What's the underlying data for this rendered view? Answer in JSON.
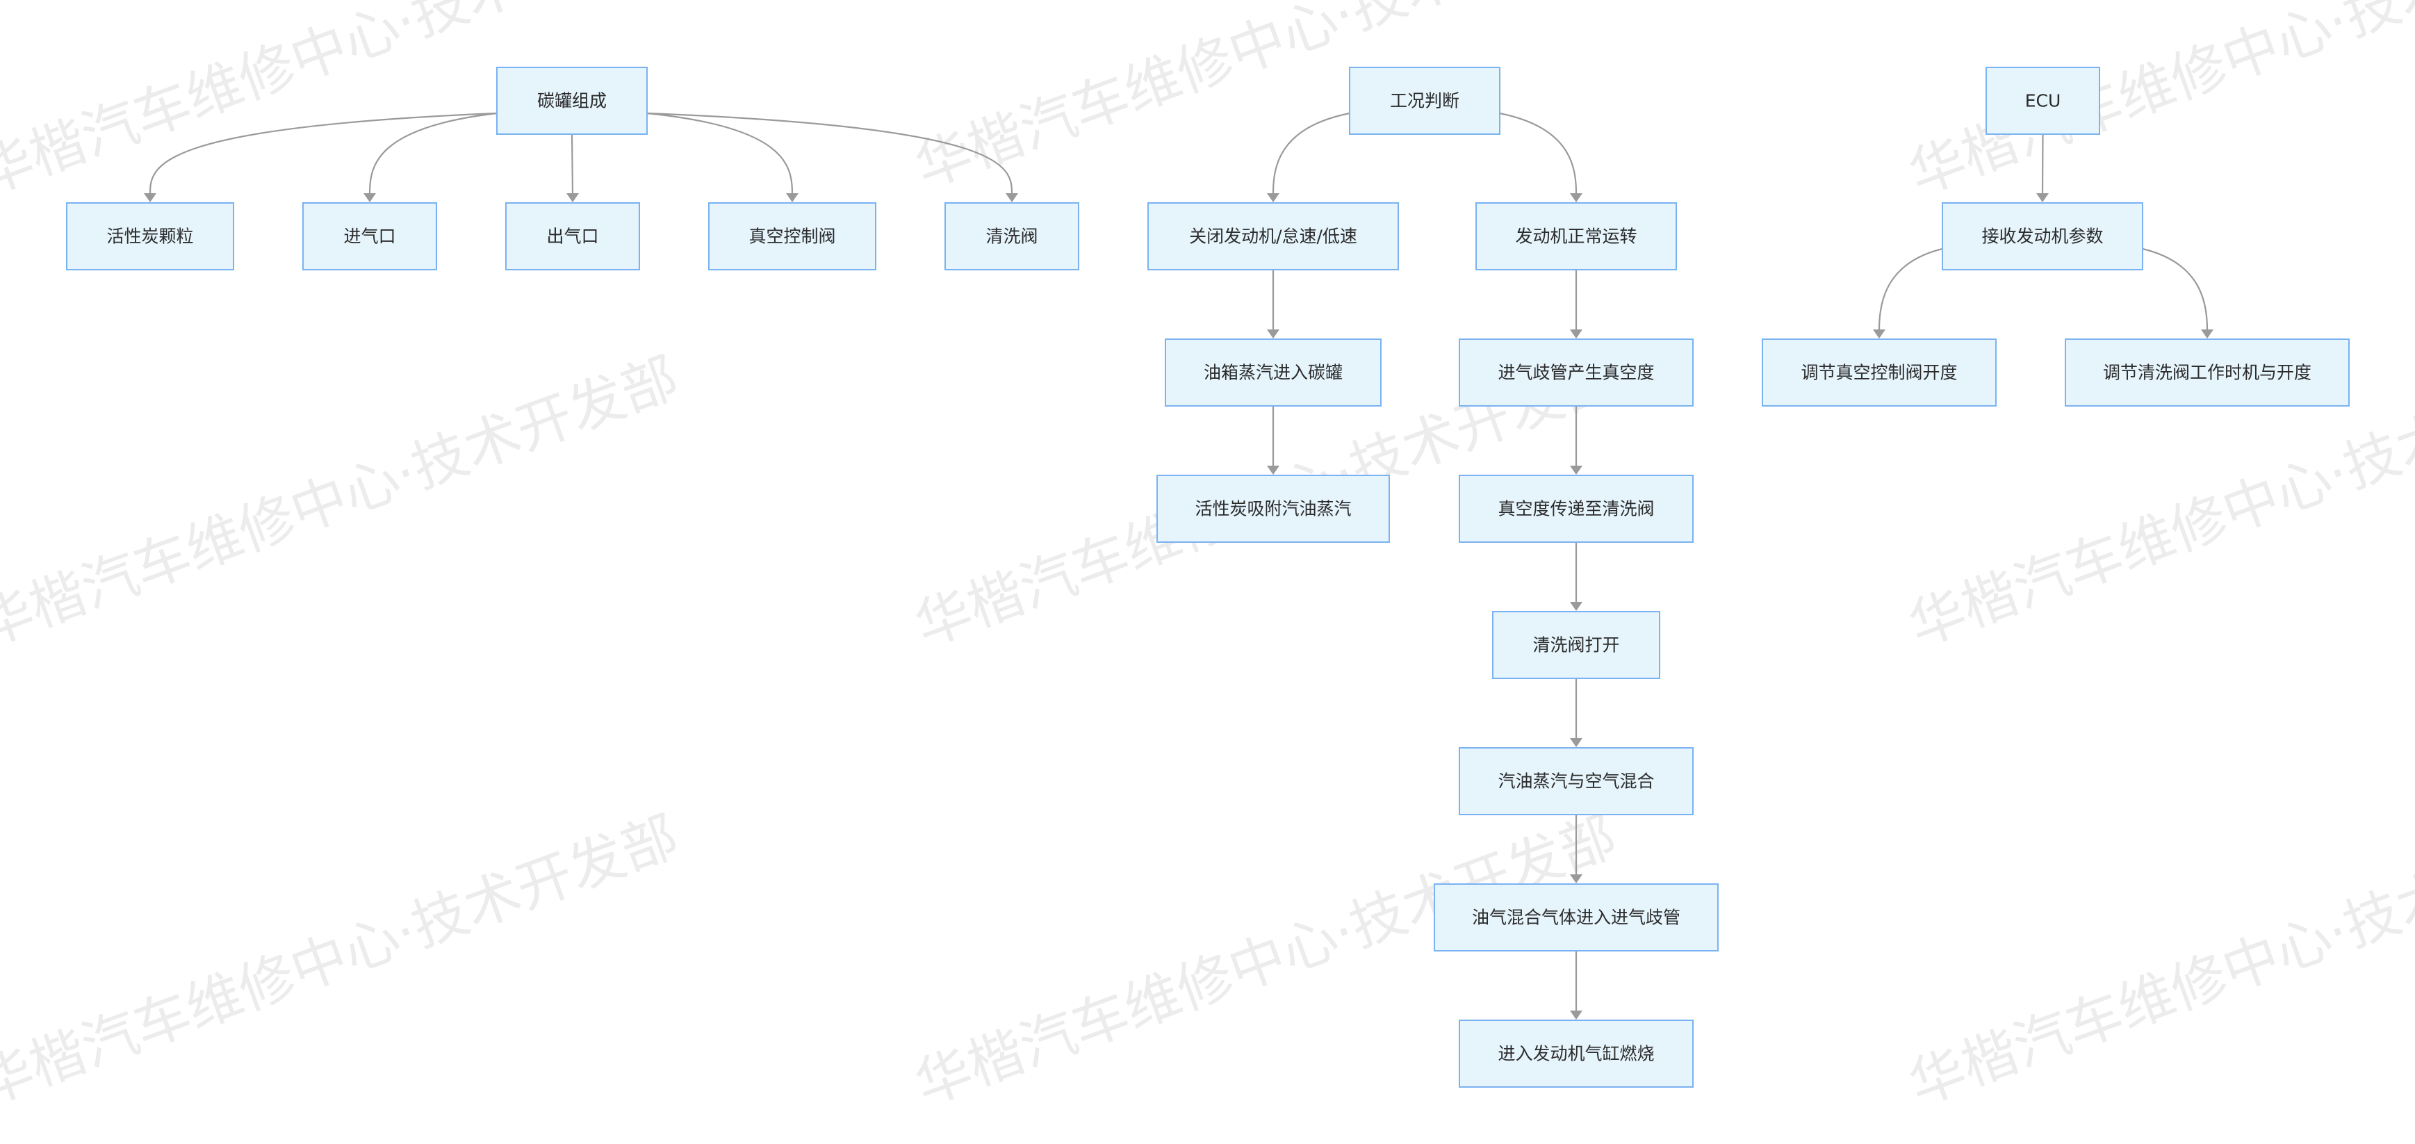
{
  "watermark": {
    "text": "华楷汽车维修中心·技术开发部"
  },
  "diagram": {
    "nodes": [
      {
        "id": "tank",
        "label": "碳罐组成"
      },
      {
        "id": "carbon",
        "label": "活性炭颗粒"
      },
      {
        "id": "inlet",
        "label": "进气口"
      },
      {
        "id": "outlet",
        "label": "出气口"
      },
      {
        "id": "vacvalve",
        "label": "真空控制阀"
      },
      {
        "id": "purge",
        "label": "清洗阀"
      },
      {
        "id": "judge",
        "label": "工况判断"
      },
      {
        "id": "off",
        "label": "关闭发动机/怠速/低速"
      },
      {
        "id": "normal",
        "label": "发动机正常运转"
      },
      {
        "id": "vapor_in",
        "label": "油箱蒸汽进入碳罐"
      },
      {
        "id": "adsorb",
        "label": "活性炭吸附汽油蒸汽"
      },
      {
        "id": "vac_gen",
        "label": "进气歧管产生真空度"
      },
      {
        "id": "vac_pass",
        "label": "真空度传递至清洗阀"
      },
      {
        "id": "purge_open",
        "label": "清洗阀打开"
      },
      {
        "id": "mix",
        "label": "汽油蒸汽与空气混合"
      },
      {
        "id": "mix_in",
        "label": "油气混合气体进入进气歧管"
      },
      {
        "id": "burn",
        "label": "进入发动机气缸燃烧"
      },
      {
        "id": "ecu",
        "label": "ECU"
      },
      {
        "id": "params",
        "label": "接收发动机参数"
      },
      {
        "id": "adj_vac",
        "label": "调节真空控制阀开度"
      },
      {
        "id": "adj_purge",
        "label": "调节清洗阀工作时机与开度"
      }
    ],
    "edges": [
      {
        "from": "tank",
        "to": "carbon"
      },
      {
        "from": "tank",
        "to": "inlet"
      },
      {
        "from": "tank",
        "to": "outlet"
      },
      {
        "from": "tank",
        "to": "vacvalve"
      },
      {
        "from": "tank",
        "to": "purge"
      },
      {
        "from": "judge",
        "to": "off"
      },
      {
        "from": "judge",
        "to": "normal"
      },
      {
        "from": "off",
        "to": "vapor_in"
      },
      {
        "from": "vapor_in",
        "to": "adsorb"
      },
      {
        "from": "normal",
        "to": "vac_gen"
      },
      {
        "from": "vac_gen",
        "to": "vac_pass"
      },
      {
        "from": "vac_pass",
        "to": "purge_open"
      },
      {
        "from": "purge_open",
        "to": "mix"
      },
      {
        "from": "mix",
        "to": "mix_in"
      },
      {
        "from": "mix_in",
        "to": "burn"
      },
      {
        "from": "ecu",
        "to": "params"
      },
      {
        "from": "params",
        "to": "adj_vac"
      },
      {
        "from": "params",
        "to": "adj_purge"
      }
    ]
  },
  "colors": {
    "node_fill": "#e6f4fc",
    "node_border": "#7ab2f2",
    "edge": "#9a9a9a",
    "text": "#2b2b2b",
    "watermark": "#ececec"
  }
}
